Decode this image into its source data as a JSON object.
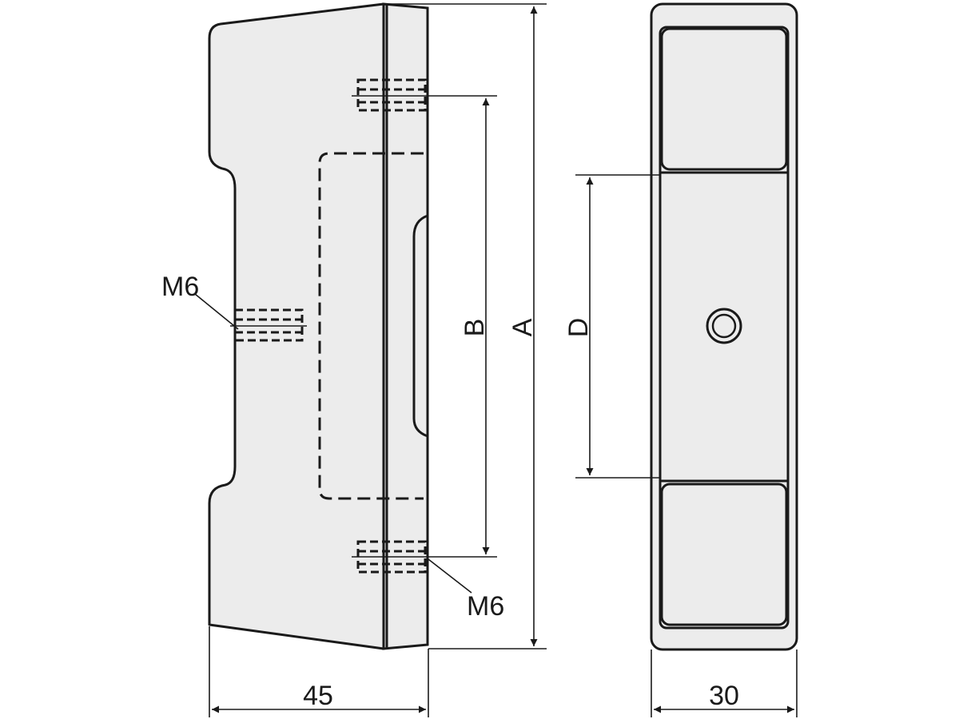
{
  "drawing": {
    "dimensions": {
      "side_width": "45",
      "front_width": "30",
      "overall_length": "A",
      "hole_spacing": "B",
      "center_distance": "D"
    },
    "callouts": {
      "thread_side": "M6",
      "thread_bottom": "M6"
    }
  }
}
